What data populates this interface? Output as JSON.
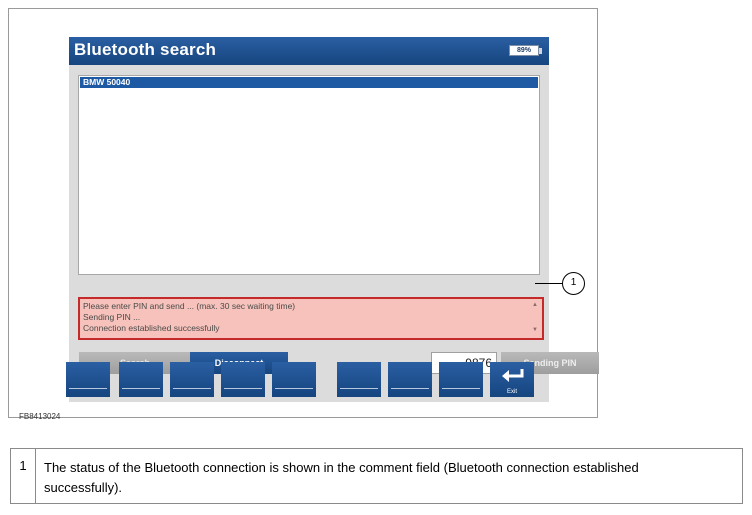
{
  "window": {
    "title": "Bluetooth search",
    "battery": "89%"
  },
  "device_list": [
    {
      "label": "BMW 50040",
      "selected": true
    }
  ],
  "comment_field": {
    "lines": [
      "Please enter PIN and send ... (max. 30 sec waiting time)",
      "Sending PIN ...",
      "Connection established successfully"
    ]
  },
  "buttons": {
    "search": "Search",
    "disconnect": "Disconnect",
    "pin_value": "9876",
    "send_pin": "Sending PIN"
  },
  "function_keys": {
    "exit_label": "Exit"
  },
  "callout": {
    "number": "1"
  },
  "figure_ref": "FB8413024",
  "legend": {
    "number": "1",
    "text": "The status of the Bluetooth connection is shown in the comment field (Bluetooth connection established successfully)."
  },
  "colors": {
    "accent": "#1e59a3",
    "comment_bg": "#f6c2bb",
    "highlight": "#c52a2a"
  }
}
